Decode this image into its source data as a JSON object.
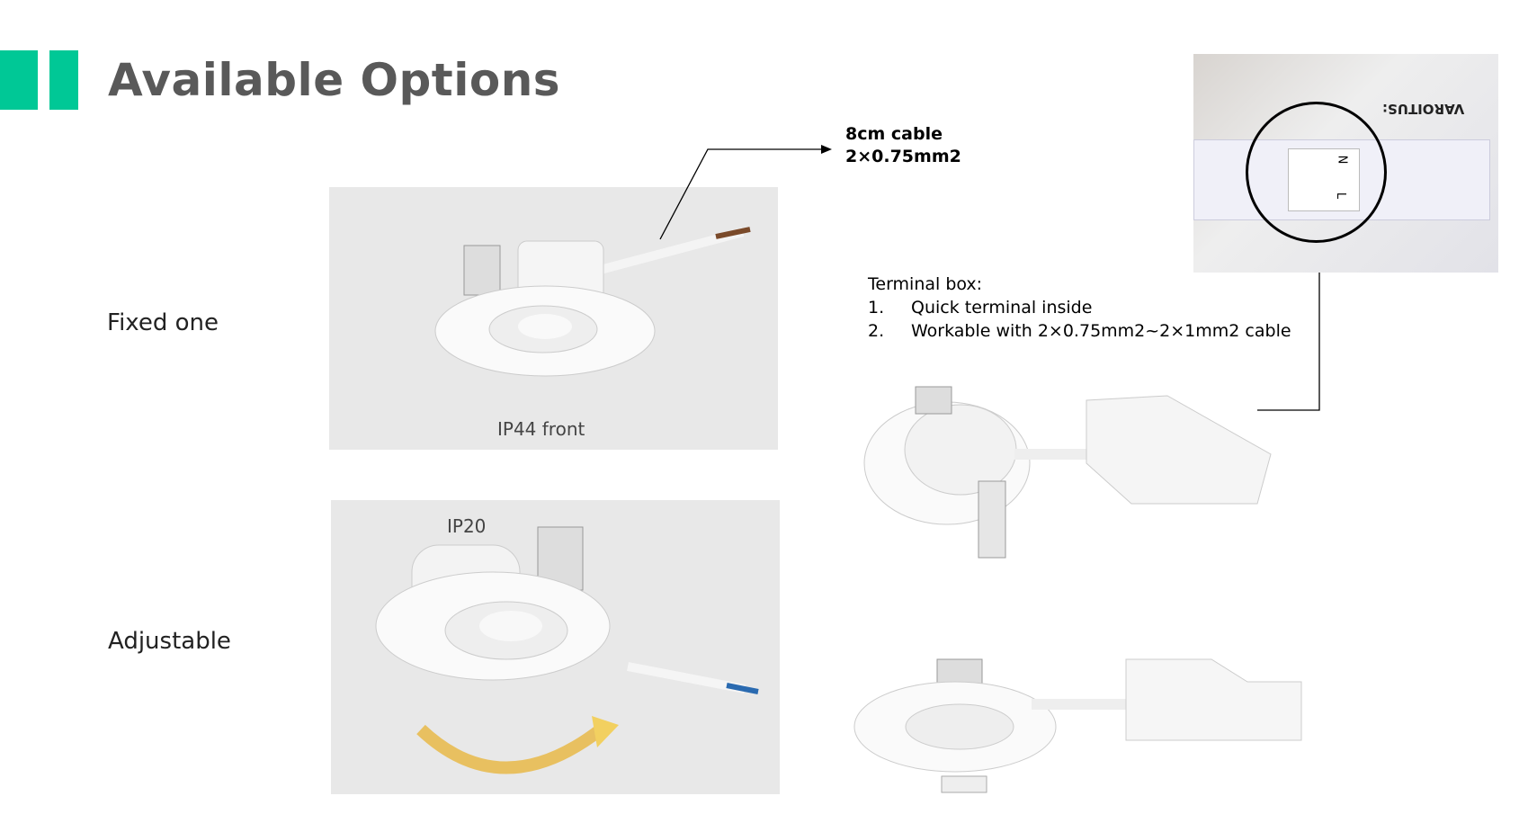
{
  "slide": {
    "title": "Available Options",
    "accent_color": "#00c896",
    "options": [
      {
        "label": "Fixed one",
        "image_caption": "IP44 front"
      },
      {
        "label": "Adjustable",
        "image_caption": "IP20"
      }
    ],
    "cable_note": {
      "line1": "8cm cable",
      "line2": "2×0.75mm2"
    },
    "terminal_note": {
      "heading": "Terminal box:",
      "items": [
        {
          "num": "1.",
          "text": "Quick terminal inside"
        },
        {
          "num": "2.",
          "text": "Workable with 2×0.75mm2~2×1mm2 cable"
        }
      ]
    },
    "photo": {
      "warning_text": "VAROITUS:",
      "terminal_labels": [
        "N",
        "L"
      ]
    }
  }
}
